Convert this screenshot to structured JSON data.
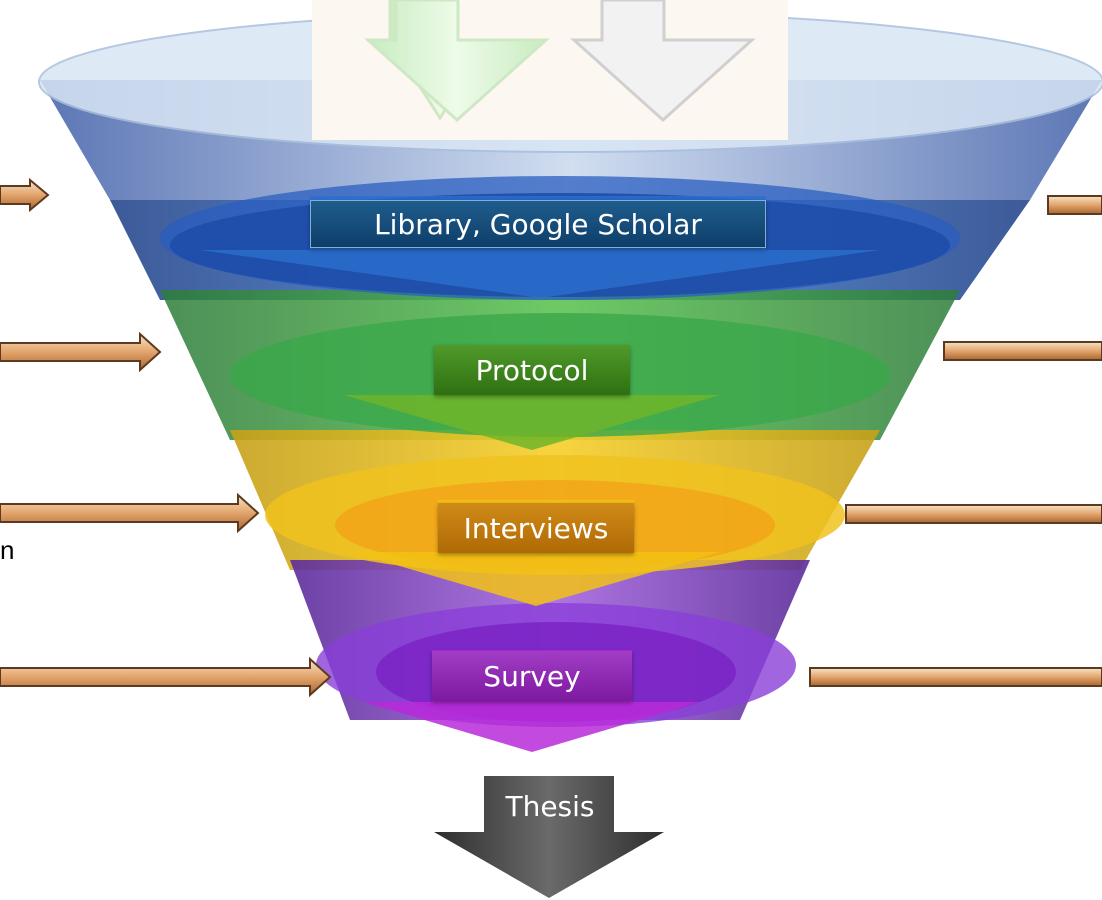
{
  "stages": [
    {
      "label": "Library, Google Scholar",
      "color": "#1c4f8a"
    },
    {
      "label": "Protocol",
      "color": "#3f8a1e"
    },
    {
      "label": "Interviews",
      "color": "#d89c10"
    },
    {
      "label": "Survey",
      "color": "#8a22b4"
    }
  ],
  "output": {
    "label": "Thesis",
    "color": "#555555"
  },
  "side_text": "n"
}
